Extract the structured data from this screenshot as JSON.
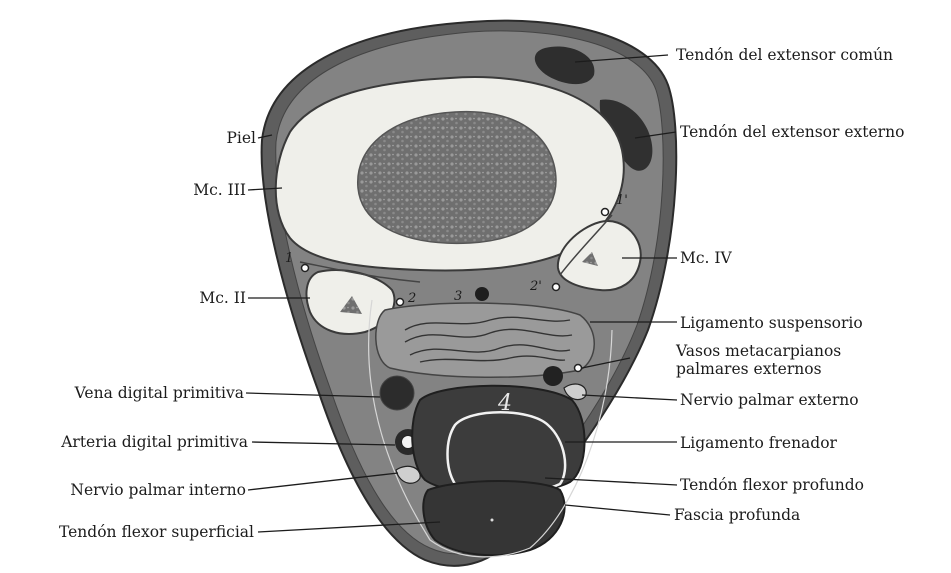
{
  "labels": {
    "extensor_comun": "Tendón del extensor común",
    "extensor_externo": "Tendón del extensor externo",
    "piel": "Piel",
    "mc3": "Mc. III",
    "mc4": "Mc. IV",
    "mc2": "Mc. II",
    "ligamento_suspensorio": "Ligamento suspensorio",
    "vasos_line1": "Vasos metacarpianos",
    "vasos_line2": "palmares externos",
    "vena_digital": "Vena digital primitiva",
    "arteria_digital": "Arteria digital primitiva",
    "nervio_palmar_interno": "Nervio palmar interno",
    "nervio_palmar_externo": "Nervio palmar externo",
    "ligamento_frenador": "Ligamento frenador",
    "tendon_flexor_profundo": "Tendón flexor profundo",
    "tendon_flexor_superficial": "Tendón flexor superficial",
    "fascia_profunda": "Fascia profunda"
  },
  "numbers": {
    "n1": "1",
    "n1p": "1'",
    "n2": "2",
    "n2p": "2'",
    "n3": "3",
    "n4": "4"
  }
}
